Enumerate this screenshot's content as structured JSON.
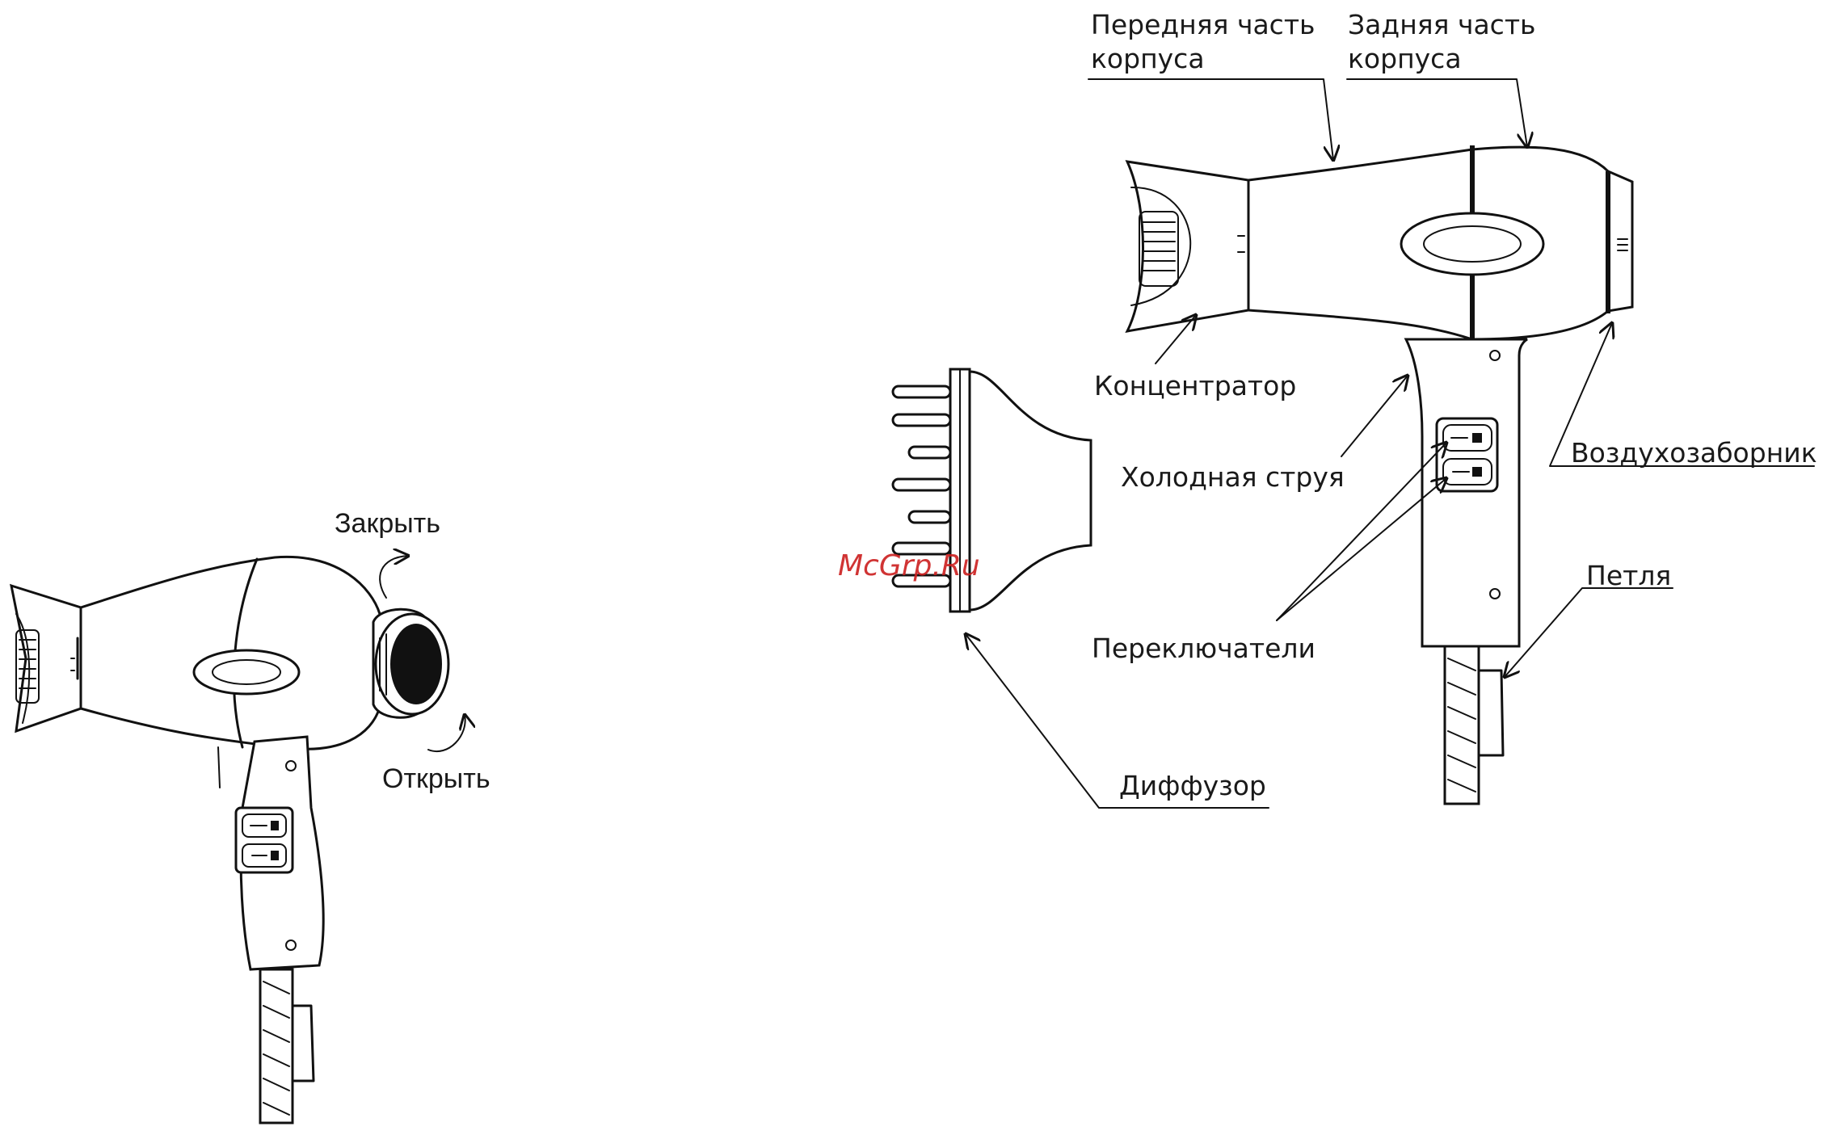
{
  "left_figure": {
    "close_label": "Закрыть",
    "open_label": "Открыть"
  },
  "right_figure": {
    "front_body_label": "Передняя часть\nкорпуса",
    "rear_body_label": "Задняя часть\nкорпуса",
    "concentrator_label": "Концентратор",
    "cold_shot_label": "Холодная струя",
    "air_intake_label": "Воздухозаборник",
    "loop_label": "Петля",
    "switches_label": "Переключатели",
    "diffuser_label": "Диффузор"
  },
  "watermark": "McGrp.Ru"
}
